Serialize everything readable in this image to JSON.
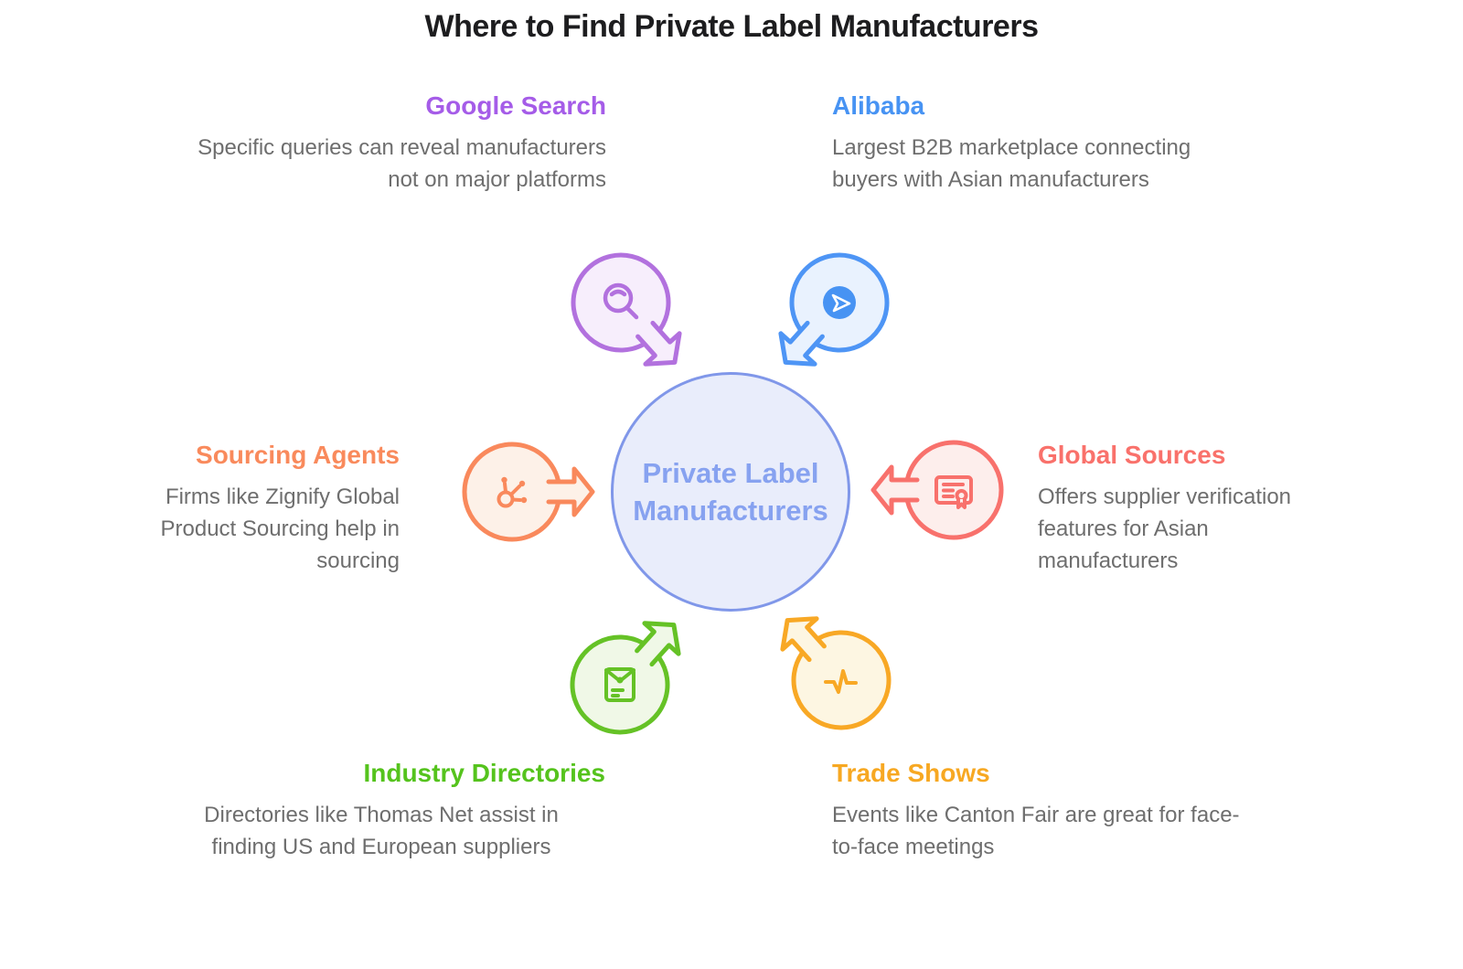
{
  "title": "Where to Find Private Label Manufacturers",
  "center": {
    "label_line1": "Private Label",
    "label_line2": "Manufacturers",
    "fill": "#e9edfb",
    "stroke": "#8097e9",
    "text_color": "#87a2f0"
  },
  "nodes": {
    "google_search": {
      "heading": "Google Search",
      "lines": [
        "Specific queries can reveal manufacturers",
        "not on major platforms"
      ],
      "icon": "search-icon",
      "color": "#a55ce8"
    },
    "alibaba": {
      "heading": "Alibaba",
      "lines": [
        "Largest B2B marketplace connecting",
        "buyers with Asian manufacturers"
      ],
      "icon": "send-icon",
      "color": "#4793f3"
    },
    "sourcing_agents": {
      "heading": "Sourcing Agents",
      "lines": [
        "Firms like Zignify Global",
        "Product Sourcing help in",
        "sourcing"
      ],
      "icon": "hub-icon",
      "color": "#f98a5c"
    },
    "global_sources": {
      "heading": "Global Sources",
      "lines": [
        "Offers supplier verification",
        "features for Asian",
        "manufacturers"
      ],
      "icon": "certificate-icon",
      "color": "#f9716b"
    },
    "industry_directories": {
      "heading": "Industry Directories",
      "lines": [
        "Directories like Thomas Net assist in",
        "finding US and European suppliers"
      ],
      "icon": "mail-icon",
      "color": "#55c31d"
    },
    "trade_shows": {
      "heading": "Trade Shows",
      "lines": [
        "Events like Canton Fair are great for face-",
        "to-face meetings"
      ],
      "icon": "pulse-icon",
      "color": "#f7a822"
    }
  }
}
